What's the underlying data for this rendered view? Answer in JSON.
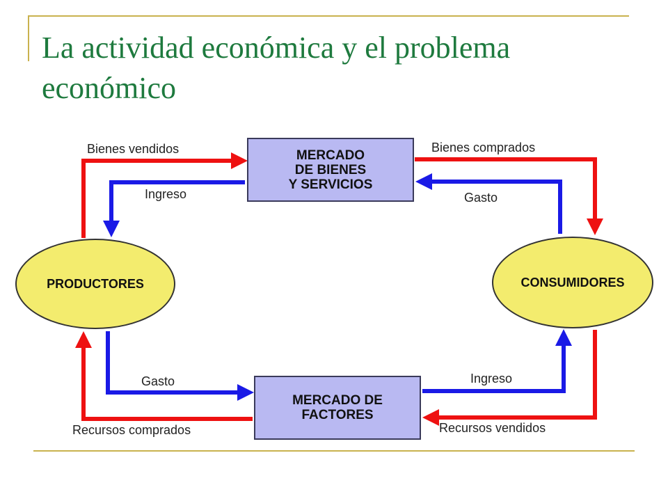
{
  "slide": {
    "title": "La actividad económica y el problema económico"
  },
  "colors": {
    "title": "#1e7a3e",
    "red_flow": "#ee1111",
    "blue_flow": "#1a1ae6",
    "box_fill": "#b9b9f2",
    "ellipse_fill": "#f3ec6e",
    "decor_line": "#c9b24e"
  },
  "diagram": {
    "market_goods": {
      "line1": "MERCADO",
      "line2": "DE BIENES",
      "line3": "Y SERVICIOS"
    },
    "market_factors": {
      "line1": "MERCADO DE",
      "line2": "FACTORES"
    },
    "producers": "PRODUCTORES",
    "consumers": "CONSUMIDORES",
    "labels": {
      "goods_sold": "Bienes vendidos",
      "income_top": "Ingreso",
      "goods_bought": "Bienes comprados",
      "spending_top": "Gasto",
      "spending_bottom": "Gasto",
      "income_bottom": "Ingreso",
      "resources_bought": "Recursos comprados",
      "resources_sold": "Recursos vendidos"
    }
  }
}
